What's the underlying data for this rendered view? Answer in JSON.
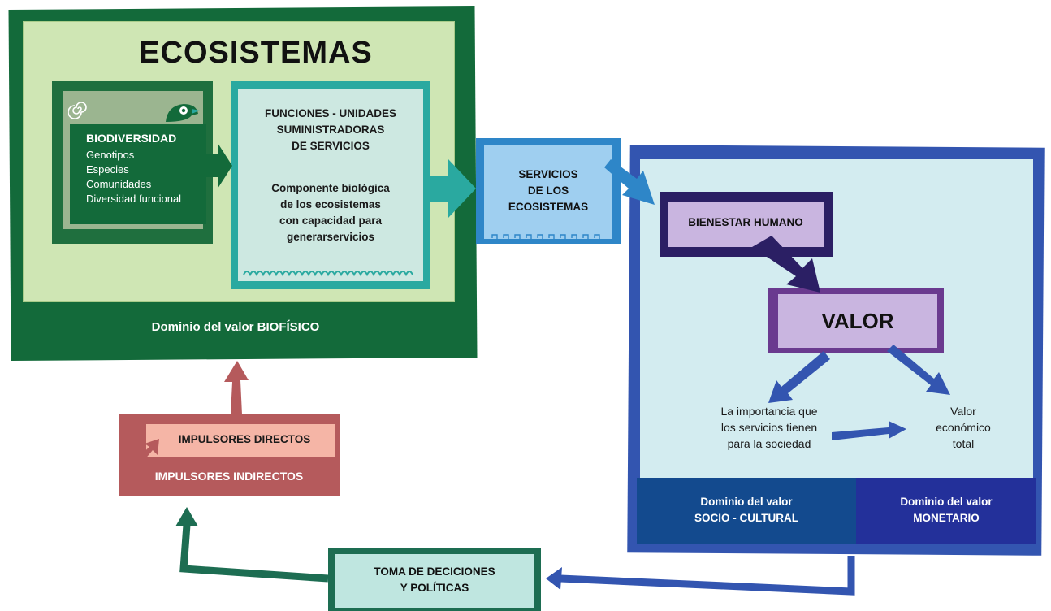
{
  "ecosistemas": {
    "title": "ECOSISTEMAS",
    "footer": "Dominio del valor BIOFÍSICO"
  },
  "biodiversidad": {
    "title": "BIODIVERSIDAD",
    "items": [
      "Genotipos",
      "Especies",
      "Comunidades",
      "Diversidad funcional"
    ]
  },
  "funciones": {
    "title_lines": [
      "FUNCIONES - UNIDADES",
      "SUMINISTRADORAS",
      "DE SERVICIOS"
    ],
    "desc_lines": [
      "Componente biológica",
      "de los ecosistemas",
      "con capacidad para",
      "generarservicios"
    ]
  },
  "servicios": {
    "title_lines": [
      "SERVICIOS",
      "DE LOS",
      "ECOSISTEMAS"
    ]
  },
  "bienestar": {
    "title": "BIENESTAR HUMANO"
  },
  "valor": {
    "title": "VALOR"
  },
  "importancia": {
    "lines": [
      "La importancia que",
      "los servicios tienen",
      "para la sociedad"
    ]
  },
  "valor_economico": {
    "lines": [
      "Valor",
      "económico",
      "total"
    ]
  },
  "dominio_socio": {
    "lines": [
      "Dominio del valor",
      "SOCIO - CULTURAL"
    ]
  },
  "dominio_monetario": {
    "lines": [
      "Dominio del valor",
      "MONETARIO"
    ]
  },
  "impulsores": {
    "directos": "IMPULSORES DIRECTOS",
    "indirectos": "IMPULSORES INDIRECTOS"
  },
  "toma": {
    "title_lines": [
      "TOMA DE DECICIONES",
      "Y POLÍTICAS"
    ]
  },
  "colors": {
    "eco_dark": "#136a3a",
    "eco_light": "#cfe6b4",
    "teal": "#2aa9a0",
    "blue": "#2e86c8",
    "navy": "#3355b0",
    "purple": "#c9b5e0",
    "red": "#b55a5c",
    "pink": "#f5b5a6"
  }
}
